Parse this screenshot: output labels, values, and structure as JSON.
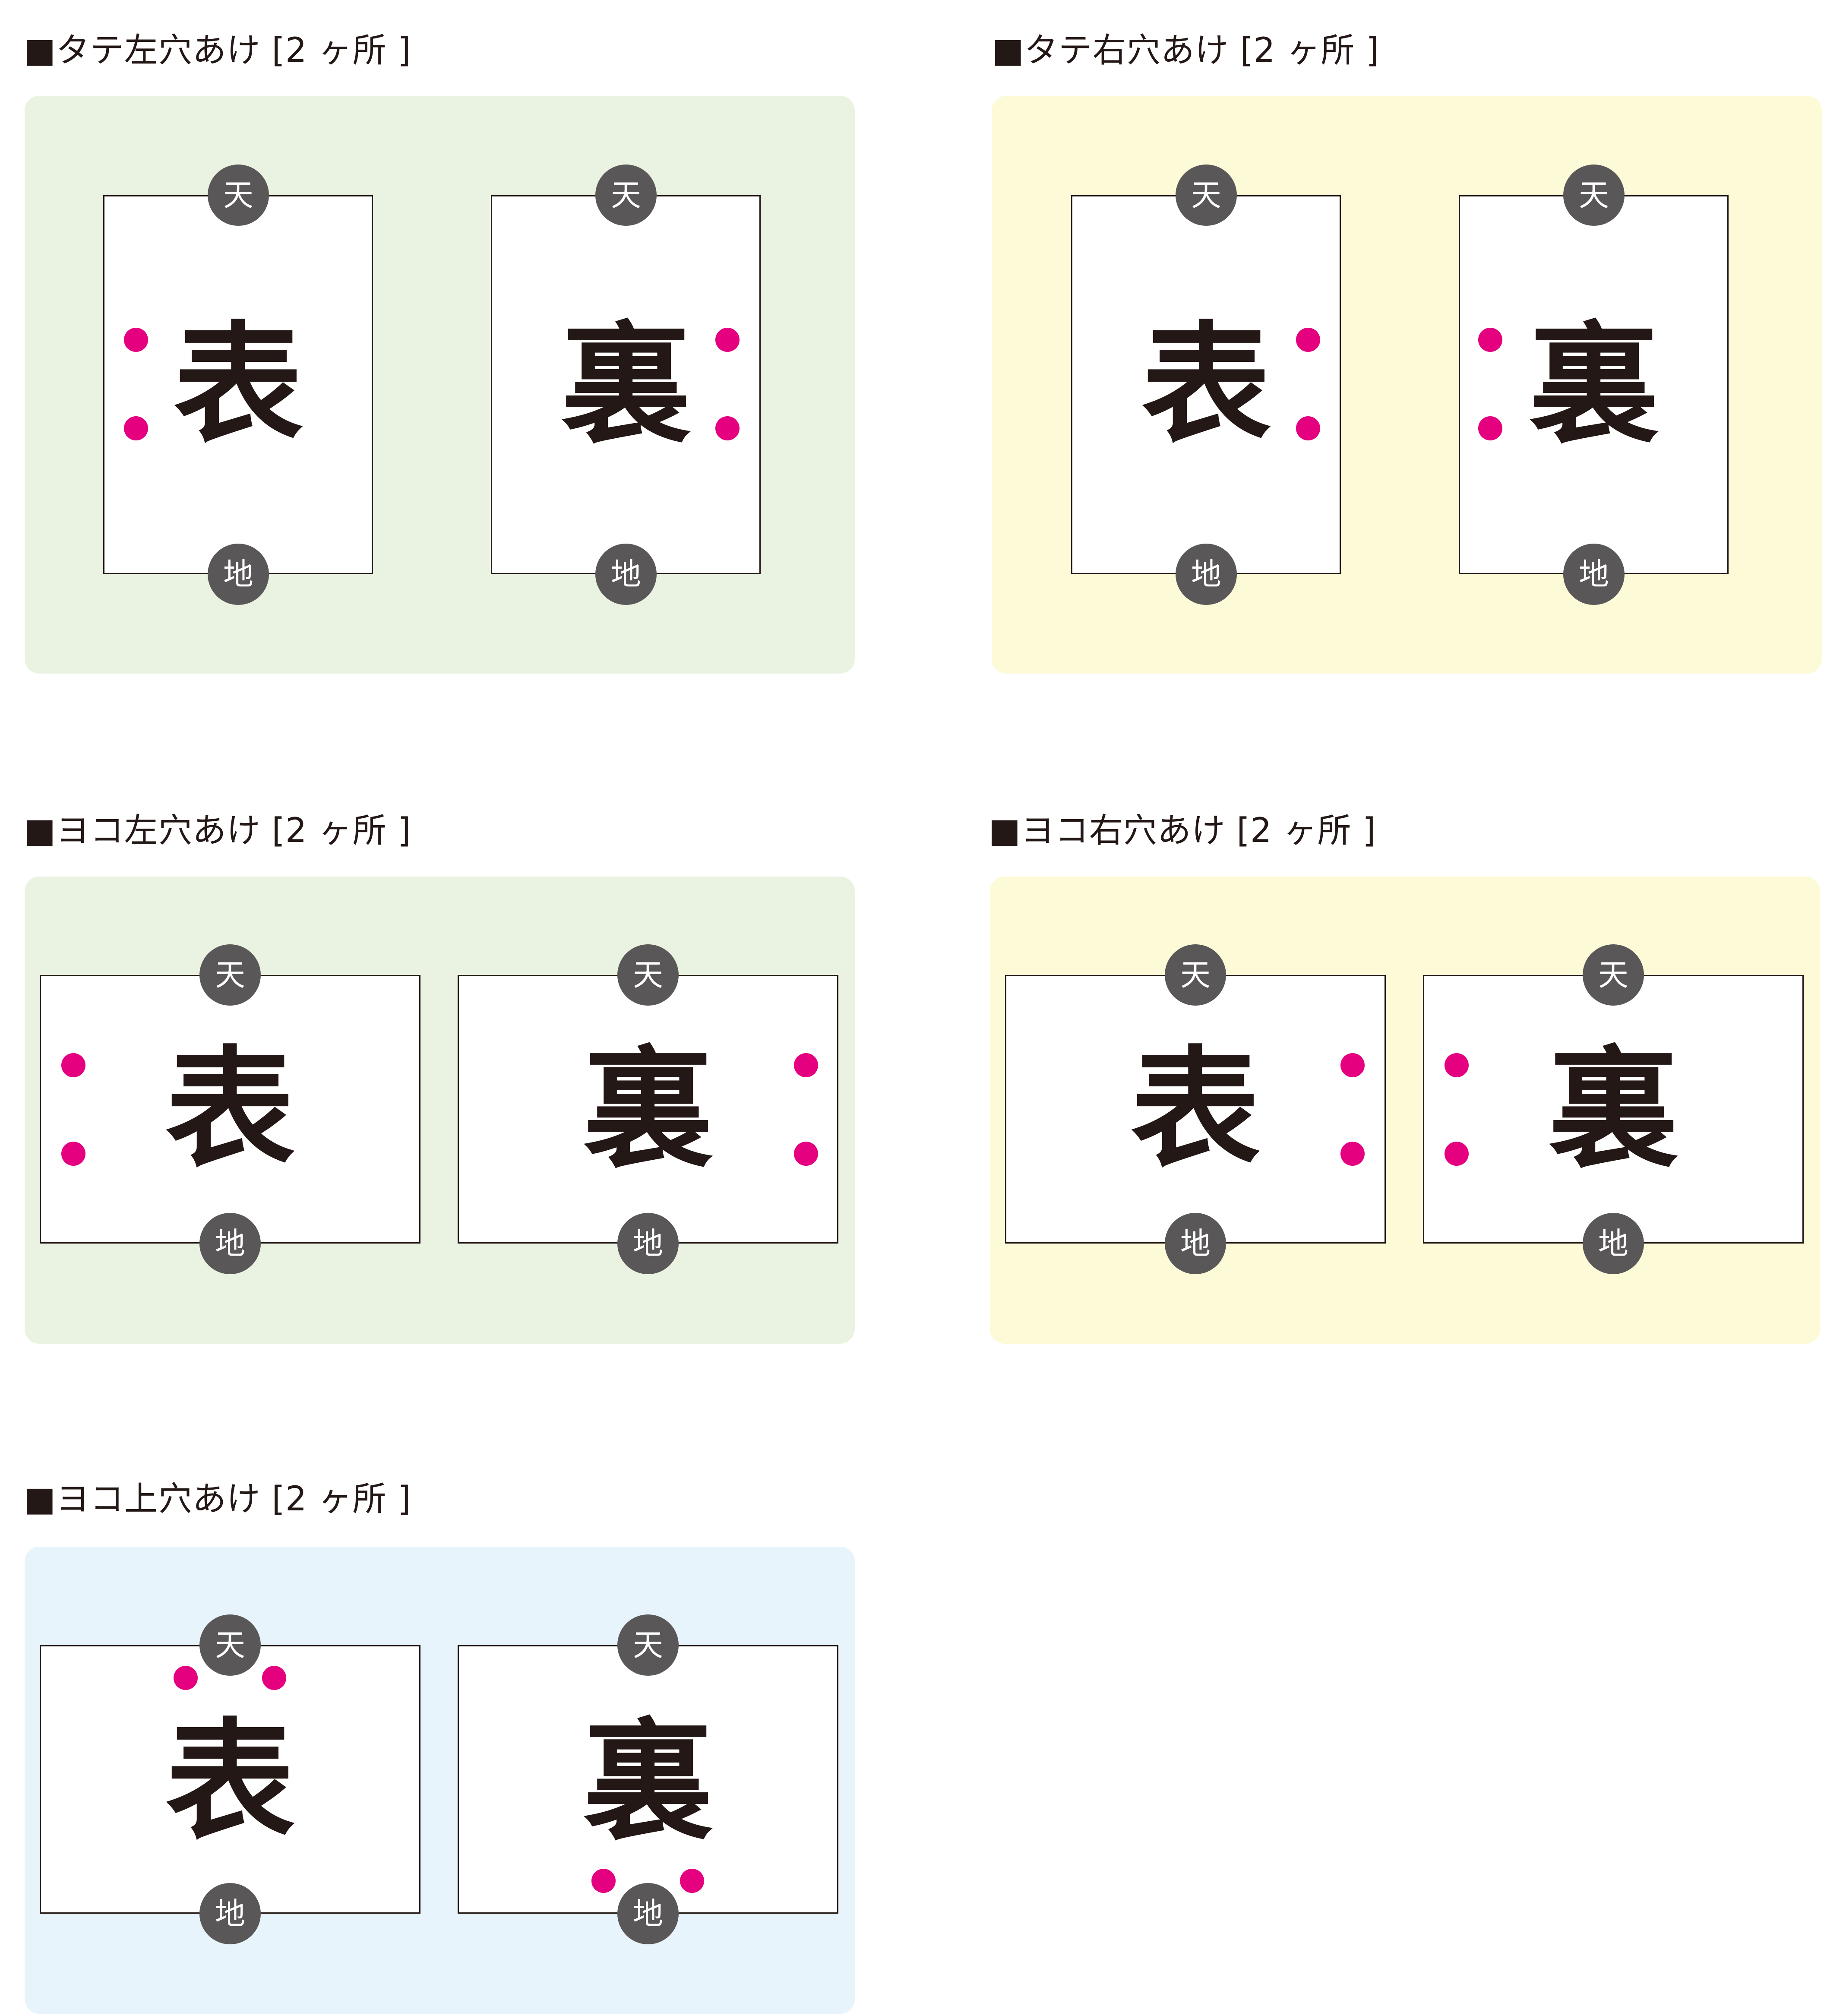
{
  "labels": {
    "front": "表",
    "back": "裏",
    "top": "天",
    "bottom": "地"
  },
  "colors": {
    "green_panel": "#eaf3e1",
    "yellow_panel": "#fdfad8",
    "blue_panel": "#e7f4fc",
    "hole": "#e4007f",
    "badge": "#595757",
    "ink": "#231815"
  },
  "sections": [
    {
      "title": "■タテ左穴あけ [2 ヶ所 ]"
    },
    {
      "title": "■タテ右穴あけ [2 ヶ所 ]"
    },
    {
      "title": "■ヨコ左穴あけ [2 ヶ所 ]"
    },
    {
      "title": "■ヨコ右穴あけ [2 ヶ所 ]"
    },
    {
      "title": "■ヨコ上穴あけ [2 ヶ所 ]"
    }
  ]
}
